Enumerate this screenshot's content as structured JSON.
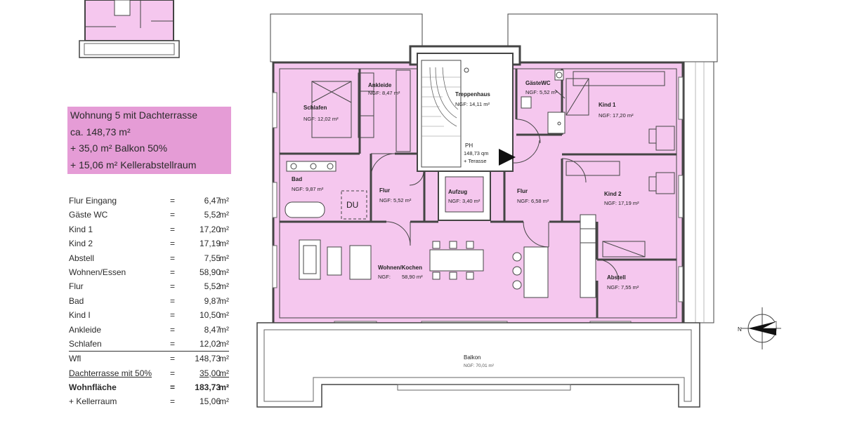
{
  "info_box": {
    "lines": [
      "Wohnung 5 mit Dachterrasse",
      "ca. 148,73 m²",
      "+ 35,0 m² Balkon 50%",
      "+ 15,06 m² Kellerabstellraum"
    ]
  },
  "area_table": [
    {
      "label": "Flur Eingang",
      "eq": "=",
      "value": "6,47",
      "unit": "m²"
    },
    {
      "label": "Gäste WC",
      "eq": "=",
      "value": "5,52",
      "unit": "m²"
    },
    {
      "label": "Kind 1",
      "eq": "=",
      "value": "17,20",
      "unit": "m²"
    },
    {
      "label": "Kind 2",
      "eq": "=",
      "value": "17,19",
      "unit": "m²"
    },
    {
      "label": "Abstell",
      "eq": "=",
      "value": "7,55",
      "unit": "m²"
    },
    {
      "label": "Wohnen/Essen",
      "eq": "=",
      "value": "58,90",
      "unit": "m²"
    },
    {
      "label": "Flur",
      "eq": "=",
      "value": "5,52",
      "unit": "m²"
    },
    {
      "label": "Bad",
      "eq": "=",
      "value": "9,87",
      "unit": "m²"
    },
    {
      "label": "Kind I",
      "eq": "=",
      "value": "10,50",
      "unit": "m²"
    },
    {
      "label": "Ankleide",
      "eq": "=",
      "value": "8,47",
      "unit": "m²"
    },
    {
      "label": "Schlafen",
      "eq": "=",
      "value": "12,02",
      "unit": "m²"
    },
    {
      "label": "Wfl",
      "eq": "=",
      "value": "148,73",
      "unit": "m²"
    },
    {
      "label": "Dachterrasse mit 50%",
      "eq": "=",
      "value": "35,00",
      "unit": "m²"
    },
    {
      "label": "Wohnfläche",
      "eq": "=",
      "value": "183,73",
      "unit": "m²"
    },
    {
      "label": "+ Kellerraum",
      "eq": "=",
      "value": "15,06",
      "unit": "m²"
    }
  ],
  "rooms": {
    "ankleide": {
      "name": "Ankleide",
      "ngf": "NGF: 8,47 m²"
    },
    "schlafen": {
      "name": "Schlafen",
      "ngf": "NGF: 12,02 m²"
    },
    "treppenhaus": {
      "name": "Treppenhaus",
      "ngf": "NGF: 14,11 m²"
    },
    "gaestewc": {
      "name": "GästeWC",
      "ngf": "NGF: 5,52 m²"
    },
    "kind1": {
      "name": "Kind 1",
      "ngf": "NGF: 17,20 m²"
    },
    "ph": {
      "line1": "PH",
      "line2": "148,73 qm",
      "line3": "+ Terasse"
    },
    "bad": {
      "name": "Bad",
      "ngf": "NGF: 9,87 m²"
    },
    "du": {
      "name": "DU"
    },
    "flur_left": {
      "name": "Flur",
      "ngf": "NGF: 5,52 m²"
    },
    "aufzug": {
      "name": "Aufzug",
      "ngf": "NGF: 3,40 m²"
    },
    "flur_right": {
      "name": "Flur",
      "ngf": "NGF: 6,58 m²"
    },
    "kind2": {
      "name": "Kind 2",
      "ngf": "NGF: 17,19 m²"
    },
    "wohnen": {
      "name": "Wohnen/Kochen",
      "ngf": "NGF:",
      "ngf_value": "58,90 m²"
    },
    "abstell": {
      "name": "Abstell",
      "ngf": "NGF: 7,55 m²"
    },
    "balkon": {
      "name": "Balkon",
      "ngf": "NGF: 70,01 m²"
    }
  },
  "compass": {
    "label": "N"
  },
  "colors": {
    "room_fill": "#f5c7ee",
    "info_box": "#e59cd6",
    "wall": "#444444"
  }
}
